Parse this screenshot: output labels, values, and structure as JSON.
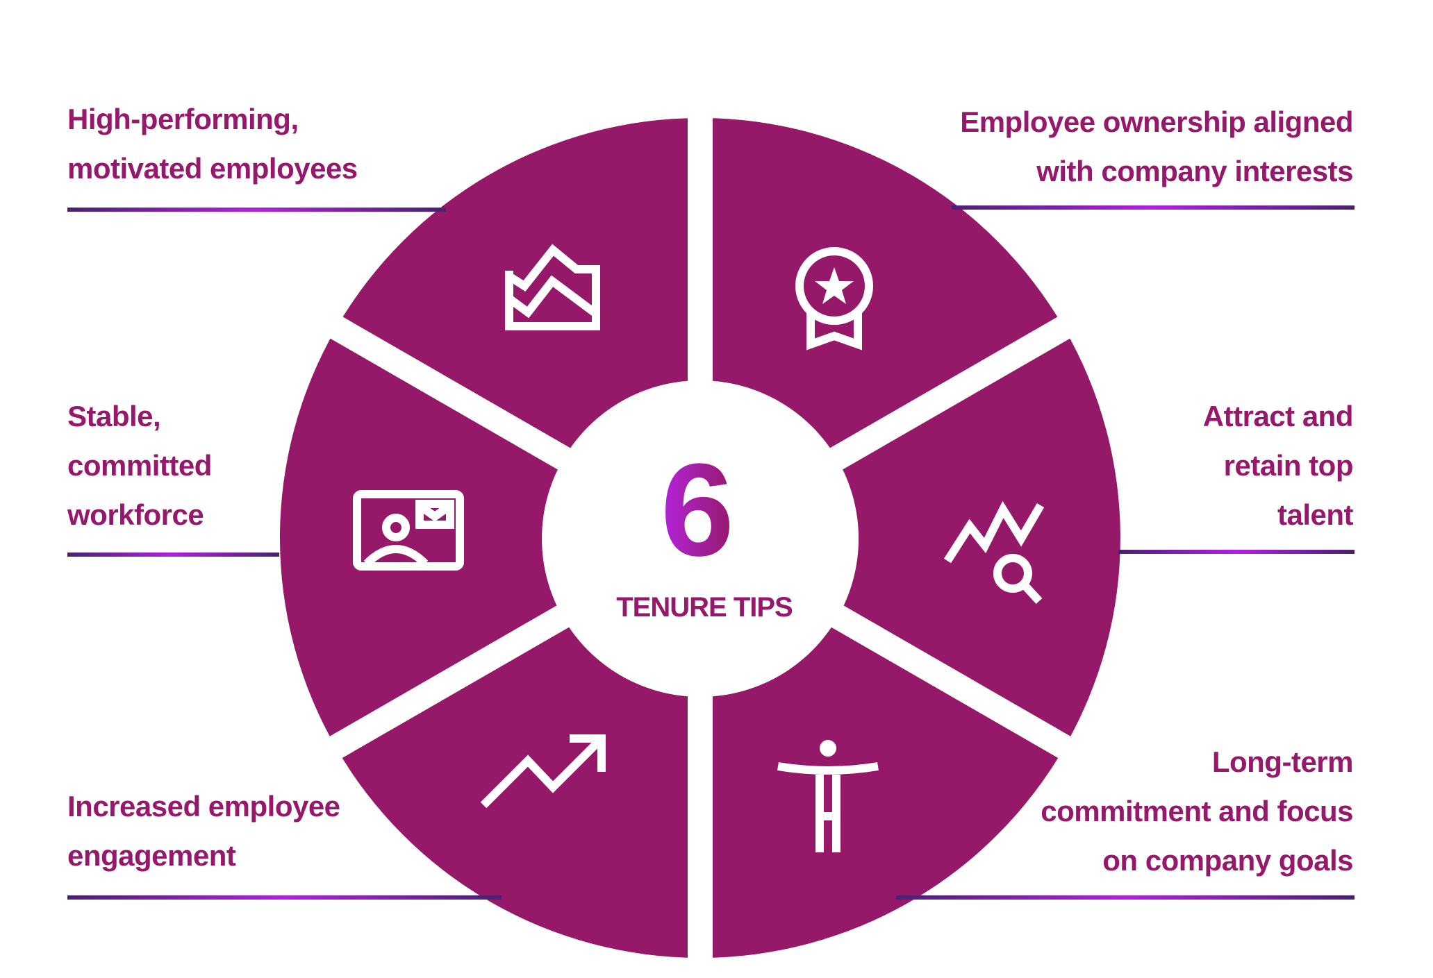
{
  "center": {
    "number": "6",
    "label": "TENURE TIPS"
  },
  "benefits": [
    {
      "lines": [
        "High-performing,",
        "motivated employees"
      ],
      "icon": "area-chart-icon"
    },
    {
      "lines": [
        "Employee ownership aligned",
        "with company interests"
      ],
      "icon": "award-badge-icon"
    },
    {
      "lines": [
        "Stable,",
        "committed",
        "workforce"
      ],
      "icon": "id-card-icon"
    },
    {
      "lines": [
        "Attract and",
        "retain top",
        "talent"
      ],
      "icon": "chart-search-icon"
    },
    {
      "lines": [
        "Increased employee",
        "engagement"
      ],
      "icon": "trend-up-arrow-icon"
    },
    {
      "lines": [
        "Long-term",
        "commitment and focus",
        "on company goals"
      ],
      "icon": "person-icon"
    }
  ],
  "colors": {
    "segment": "#951968",
    "text": "#96186a",
    "accent": "#b020e0"
  }
}
